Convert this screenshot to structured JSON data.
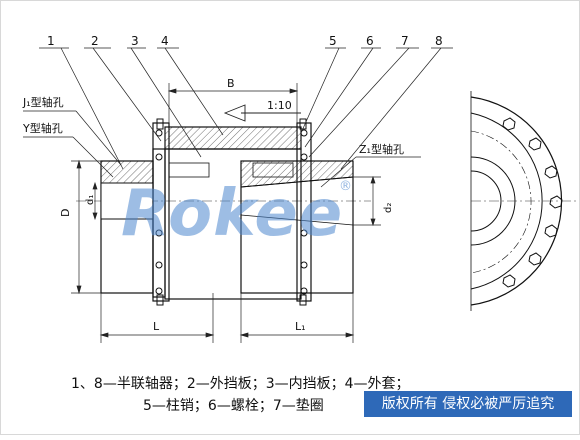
{
  "callouts": [
    "1",
    "2",
    "3",
    "4",
    "5",
    "6",
    "7",
    "8"
  ],
  "labels": {
    "j1_bore": "J₁型轴孔",
    "y_bore": "Y型轴孔",
    "z1_bore": "Z₁型轴孔",
    "dim_B": "B",
    "taper": "1:10",
    "dim_D": "D",
    "dim_d1": "d₁",
    "dim_d2": "d₂",
    "dim_L": "L",
    "dim_L1": "L₁"
  },
  "legend": {
    "line1": "1、8—半联轴器；2—外挡板；3—内挡板；4—外套；",
    "line2": "5—柱销；6—螺栓；7—垫圈"
  },
  "watermark": {
    "text": "Rokee",
    "reg": "®",
    "color": "#4c86cd"
  },
  "badge": {
    "text": "版权所有 侵权必被严厉追究",
    "color": "#2e69b8"
  }
}
